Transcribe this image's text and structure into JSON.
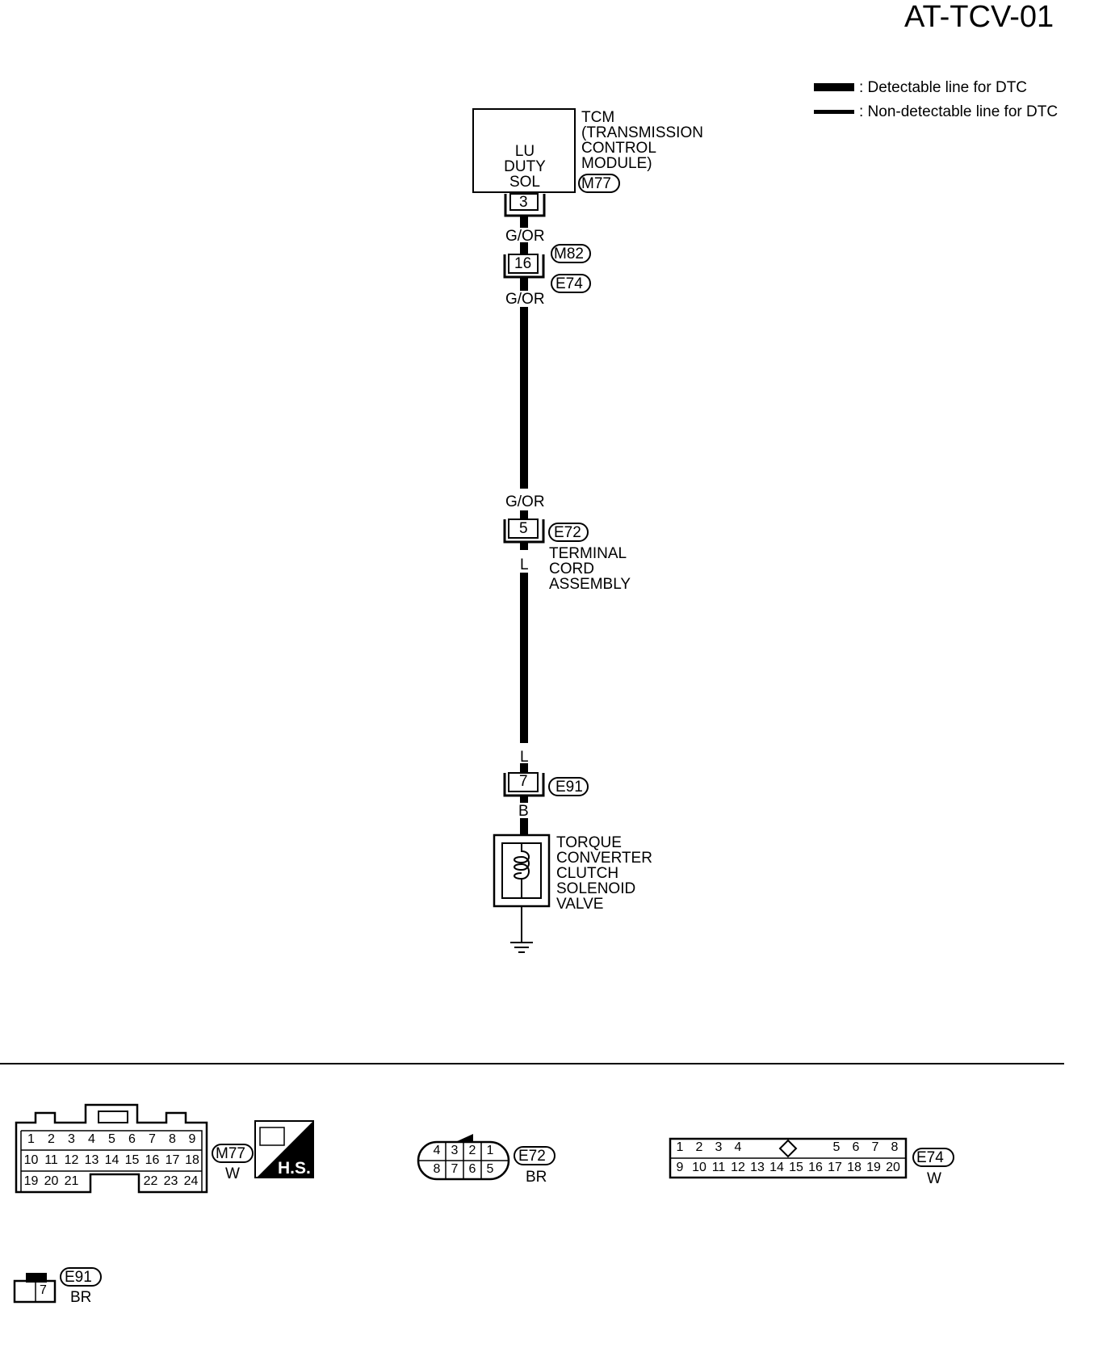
{
  "page_id": "AT-TCV-01",
  "legend": [
    {
      "label": ": Detectable line for DTC"
    },
    {
      "label": ": Non-detectable line for DTC"
    }
  ],
  "tcm": {
    "name": "TCM\n(TRANSMISSION\nCONTROL\nMODULE)",
    "terminal_name": "LU\nDUTY\nSOL",
    "connector": "M77",
    "pin": "3"
  },
  "wires": {
    "w1_color": "G/OR",
    "w2_color": "G/OR",
    "w3_color": "G/OR",
    "w4_color": "L",
    "w5_color": "L",
    "w6_color": "B"
  },
  "joint_m82_e74": {
    "pin": "16",
    "connector_top": "M82",
    "connector_bottom": "E74"
  },
  "joint_e72": {
    "pin": "5",
    "connector": "E72",
    "name": "TERMINAL\nCORD\nASSEMBLY"
  },
  "joint_e91": {
    "pin": "7",
    "connector": "E91"
  },
  "solenoid": {
    "name": "TORQUE\nCONVERTER\nCLUTCH\nSOLENOID\nVALVE"
  },
  "connector_views": {
    "m77": {
      "id": "M77",
      "color": "W",
      "row1": [
        "1",
        "2",
        "3",
        "4",
        "5",
        "6",
        "7",
        "8",
        "9"
      ],
      "row2": [
        "10",
        "11",
        "12",
        "13",
        "14",
        "15",
        "16",
        "17",
        "18"
      ],
      "row3_left": [
        "19",
        "20",
        "21"
      ],
      "row3_right": [
        "22",
        "23",
        "24"
      ],
      "hs_label": "H.S."
    },
    "e72": {
      "id": "E72",
      "color": "BR",
      "top": [
        "4",
        "3",
        "2",
        "1"
      ],
      "bottom": [
        "8",
        "7",
        "6",
        "5"
      ]
    },
    "e74": {
      "id": "E74",
      "color": "W",
      "top_left": [
        "1",
        "2",
        "3",
        "4"
      ],
      "top_right": [
        "5",
        "6",
        "7",
        "8"
      ],
      "bottom": [
        "9",
        "10",
        "11",
        "12",
        "13",
        "14",
        "15",
        "16",
        "17",
        "18",
        "19",
        "20"
      ]
    },
    "e91": {
      "id": "E91",
      "color": "BR",
      "pin": "7"
    }
  }
}
